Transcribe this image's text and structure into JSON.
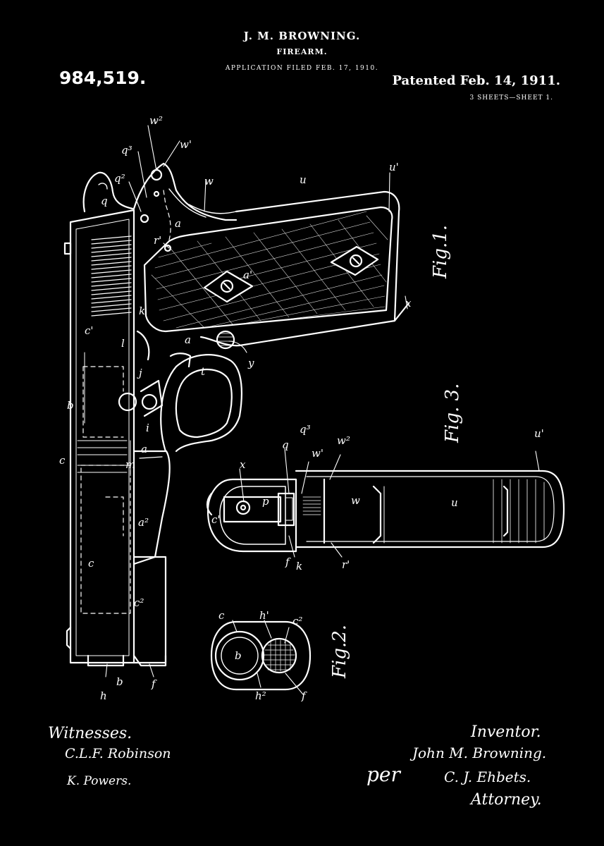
{
  "header": {
    "inventor_name": "J. M. BROWNING.",
    "title": "FIREARM.",
    "application": "APPLICATION FILED FEB. 17, 1910.",
    "patent_number": "984,519.",
    "patent_date": "Patented Feb. 14, 1911.",
    "sheets": "3 SHEETS—SHEET 1."
  },
  "figures": {
    "fig1": "Fig.1.",
    "fig2": "Fig.2.",
    "fig3": "Fig. 3."
  },
  "refs": {
    "w2": "w²",
    "q3": "q³",
    "q2": "q²",
    "wp": "w'",
    "w": "w",
    "q": "q",
    "u": "u",
    "up": "u'",
    "a": "a",
    "r": "r'",
    "ap": "a'",
    "x": "x",
    "k": "k",
    "l": "l",
    "cp": "c'",
    "y": "y",
    "t": "t",
    "b": "b",
    "j": "j",
    "i": "i",
    "aa": "a",
    "m": "m",
    "c": "c",
    "a2": "a²",
    "c2": "c²",
    "h": "h",
    "f": "f",
    "h1": "h'",
    "h2": "h²"
  },
  "signatures": {
    "witnesses_label": "Witnesses.",
    "witness1": "C.L.F. Robinson",
    "witness2": "K. Powers.",
    "inventor_label": "Inventor.",
    "inventor_signature": "John M. Browning.",
    "per": "per",
    "agent_signature": "C. J. Ehbets.",
    "attorney_label": "Attorney."
  }
}
